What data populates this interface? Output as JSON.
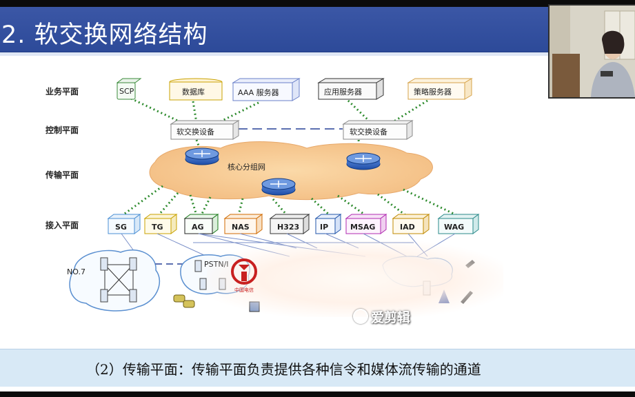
{
  "slide": {
    "title": "2. 软交换网络结构",
    "caption": "（2）传输平面：传输平面负责提供各种信令和媒体流传输的通道"
  },
  "planes": {
    "service": "业务平面",
    "control": "控制平面",
    "transport": "传输平面",
    "access": "接入平面"
  },
  "service_boxes": [
    "SCP",
    "数据库",
    "AAA 服务器",
    "应用服务器",
    "策略服务器"
  ],
  "control_boxes": [
    "软交换设备",
    "软交换设备"
  ],
  "core_network": "核心分组网",
  "access_boxes": [
    "SG",
    "TG",
    "AG",
    "NAS",
    "H323",
    "IP",
    "MSAG",
    "IAD",
    "WAG"
  ],
  "access_colors": [
    "#4a8fd4",
    "#c9a200",
    "#1a7a1a",
    "#d06a00",
    "#222222",
    "#2255aa",
    "#b02ab0",
    "#c08a00",
    "#2a8a8a"
  ],
  "bottom_labels": {
    "no7": "NO.7",
    "pstn": "PSTN/I"
  },
  "watermark": {
    "text": "爱剪辑",
    "logo_text": "中国电信"
  },
  "colors": {
    "title_bar": "#2d4a99",
    "caption_bg": "#d8e9f6",
    "dotted_link": "#2e8b2e",
    "dashed_link": "#5b6fb0"
  }
}
